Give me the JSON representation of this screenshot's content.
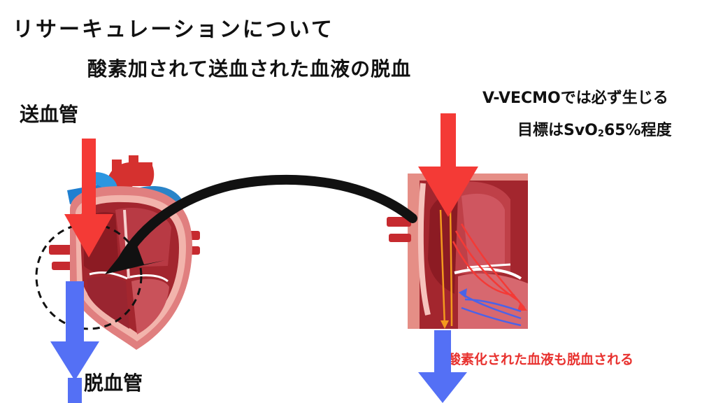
{
  "title": "リサーキュレーションについて",
  "subtitle": "酸素加されて送血された血液の脱血",
  "labels": {
    "supply_cannula": "送血管",
    "drain_cannula": "脱血管",
    "note_vv_ecmo": "V-VECMOでは必ず生じる",
    "note_target_prefix": "目標はSvO",
    "note_target_sub": "2",
    "note_target_suffix": "65%程度",
    "recirculation_caption": "酸素化された血液も脱血される"
  },
  "colors": {
    "oxygenated_arrow": "#f43a36",
    "deoxygenated_arrow": "#5470f5",
    "flow_arrow": "#111111",
    "caption": "#e8322f",
    "heart_dark": "#8c1b23",
    "heart_wall": "#d9545a",
    "vessel_blue": "#2f8fd6",
    "orange_flow": "#f39a1e"
  },
  "icons": [
    "heart-illustration",
    "heart-closeup-illustration",
    "supply-arrow",
    "drain-arrow",
    "recirculation-arrow",
    "dashed-focus-circle"
  ]
}
